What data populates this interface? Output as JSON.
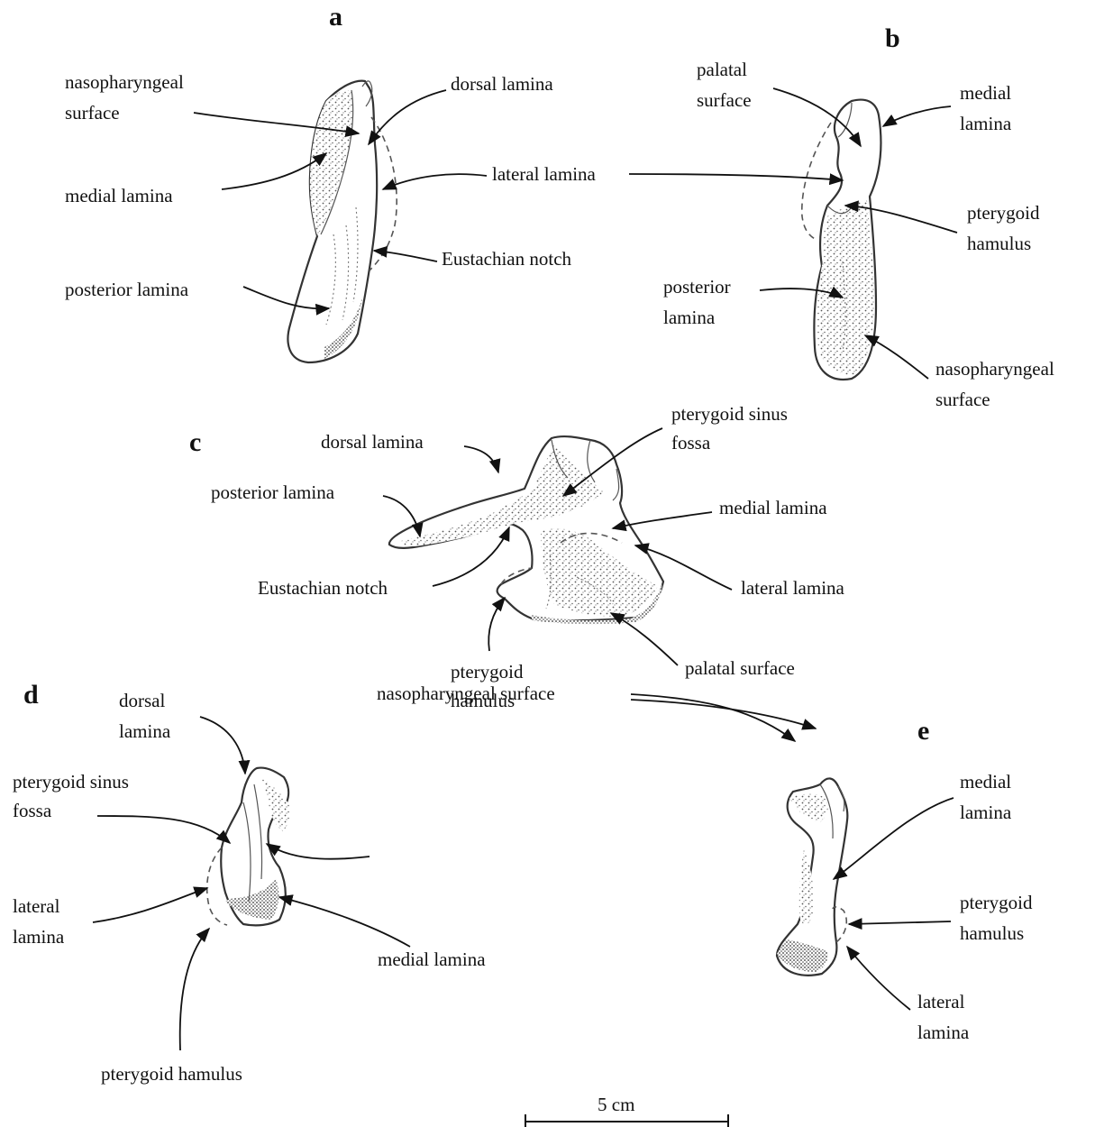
{
  "panels": [
    "a",
    "b",
    "c",
    "d",
    "e"
  ],
  "labels": {
    "a": {
      "nasopharyngeal_surface": [
        "nasopharyngeal",
        "surface"
      ],
      "dorsal_lamina": "dorsal lamina",
      "lateral_lamina": "lateral lamina",
      "medial_lamina": "medial lamina",
      "eustachian_notch": "Eustachian notch",
      "posterior_lamina": "posterior lamina"
    },
    "b": {
      "palatal_surface": [
        "palatal",
        "surface"
      ],
      "medial_lamina": [
        "medial",
        "lamina"
      ],
      "pterygoid_hamulus": [
        "pterygoid",
        "hamulus"
      ],
      "posterior_lamina": [
        "posterior",
        "lamina"
      ],
      "nasopharyngeal_surface": [
        "nasopharyngeal",
        "surface"
      ]
    },
    "c": {
      "dorsal_lamina": "dorsal lamina",
      "pterygoid_sinus_fossa": [
        "pterygoid sinus",
        "fossa"
      ],
      "posterior_lamina": "posterior lamina",
      "medial_lamina": "medial lamina",
      "eustachian_notch": "Eustachian notch",
      "lateral_lamina": "lateral lamina",
      "pterygoid_hamulus": [
        "pterygoid",
        "hamulus"
      ],
      "palatal_surface": "palatal surface"
    },
    "d": {
      "dorsal_lamina": [
        "dorsal",
        "lamina"
      ],
      "pterygoid_sinus_fossa": [
        "pterygoid sinus",
        "fossa"
      ],
      "lateral_lamina": [
        "lateral",
        "lamina"
      ],
      "medial_lamina": "medial lamina",
      "pterygoid_hamulus": "pterygoid hamulus"
    },
    "shared": {
      "nasopharyngeal_surface": "nasopharyngeal surface"
    },
    "e": {
      "medial_lamina": [
        "medial",
        "lamina"
      ],
      "pterygoid_hamulus": [
        "pterygoid",
        "hamulus"
      ],
      "lateral_lamina": [
        "lateral",
        "lamina"
      ]
    }
  },
  "scale_bar": "5 cm"
}
